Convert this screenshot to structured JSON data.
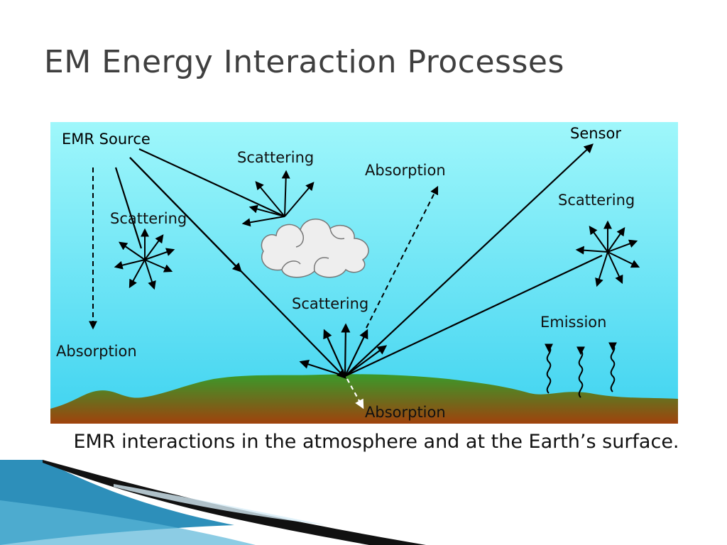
{
  "title": "EM Energy Interaction Processes",
  "caption": "EMR interactions in the atmosphere and at the Earth’s surface.",
  "labels": {
    "emr_source": "EMR Source",
    "sensor": "Sensor",
    "scattering_cloud": "Scattering",
    "absorption_atmos": "Absorption",
    "scattering_left": "Scattering",
    "scattering_right": "Scattering",
    "scattering_ground": "Scattering",
    "emission": "Emission",
    "absorption_left": "Absorption",
    "absorption_ground": "Absorption"
  },
  "colors": {
    "sky_top": "#9ff7fb",
    "sky_bottom": "#3fd3f0",
    "ground_green": "#3a9a2a",
    "ground_brown": "#a0420c",
    "cloud": "#eeeeee",
    "arrow": "#000000",
    "deco_blue": "#2d8fba",
    "deco_black": "#000000"
  }
}
